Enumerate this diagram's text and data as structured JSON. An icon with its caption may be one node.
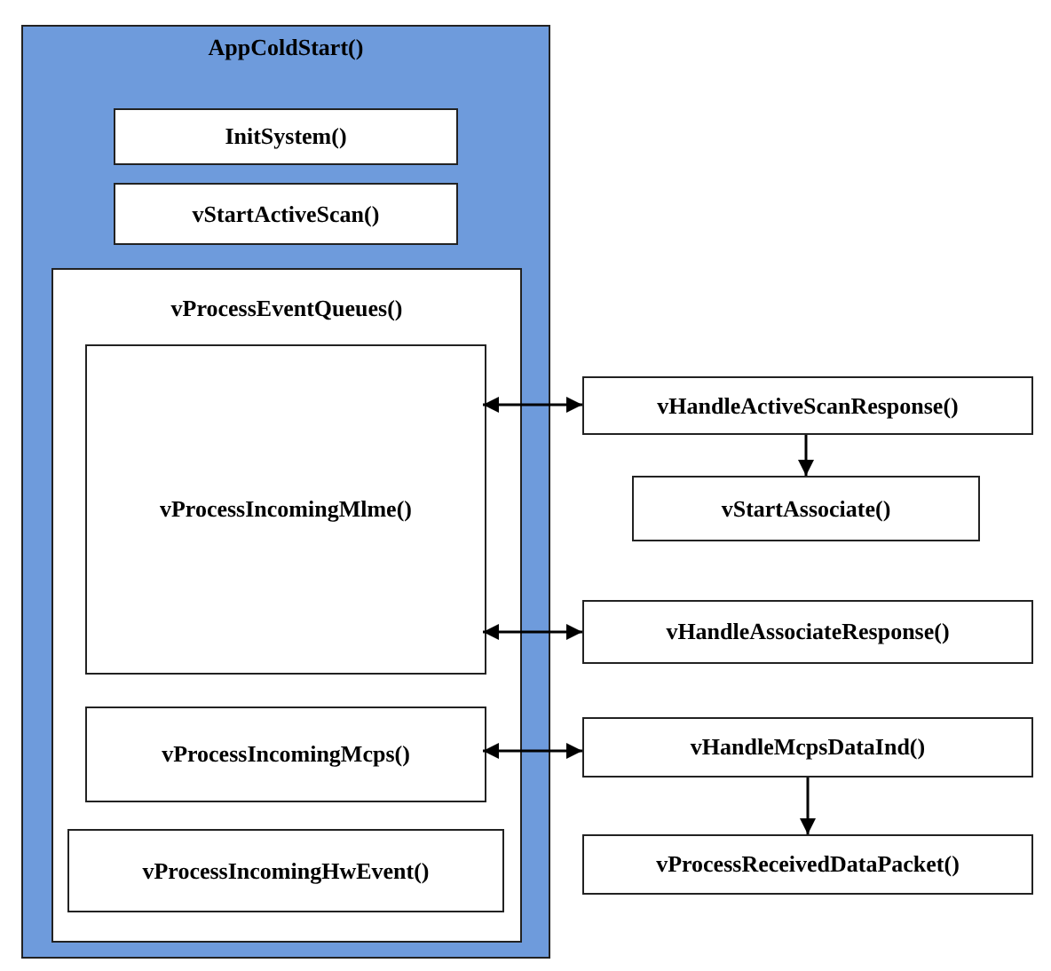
{
  "diagram": {
    "nodes": [
      {
        "text": [
          "AppColdStart()"
        ]
      },
      {
        "text": [
          "InitSystem()"
        ],
        "in": 0
      },
      {
        "text": [
          "vStartActiveScan()"
        ],
        "in": 0
      },
      {
        "text": [
          "vProcessEventQueues()"
        ],
        "in": 0
      },
      {
        "text": [
          "vProcessIncomingMlme()"
        ],
        "in": 3
      },
      {
        "text": [
          "vProcessIncomingMcps()"
        ],
        "in": 3
      },
      {
        "text": [
          "vProcessIncomingHwEvent()"
        ],
        "in": 3
      },
      {
        "text": [
          "vHandleActiveScanResponse()"
        ]
      },
      {
        "text": [
          "vStartAssociate()"
        ]
      },
      {
        "text": [
          "vHandleAssociateResponse()"
        ]
      },
      {
        "text": [
          "vHandleMcpsDataInd()"
        ]
      },
      {
        "text": [
          "vProcessReceivedDataPacket()"
        ]
      }
    ],
    "edges": [
      {
        "from": 4,
        "to": 7,
        "arrow": "both"
      },
      {
        "from": 7,
        "to": 8,
        "arrow": "to"
      },
      {
        "from": 4,
        "to": 9,
        "arrow": "both"
      },
      {
        "from": 5,
        "to": 10,
        "arrow": "both"
      },
      {
        "from": 10,
        "to": 11,
        "arrow": "to"
      }
    ]
  }
}
